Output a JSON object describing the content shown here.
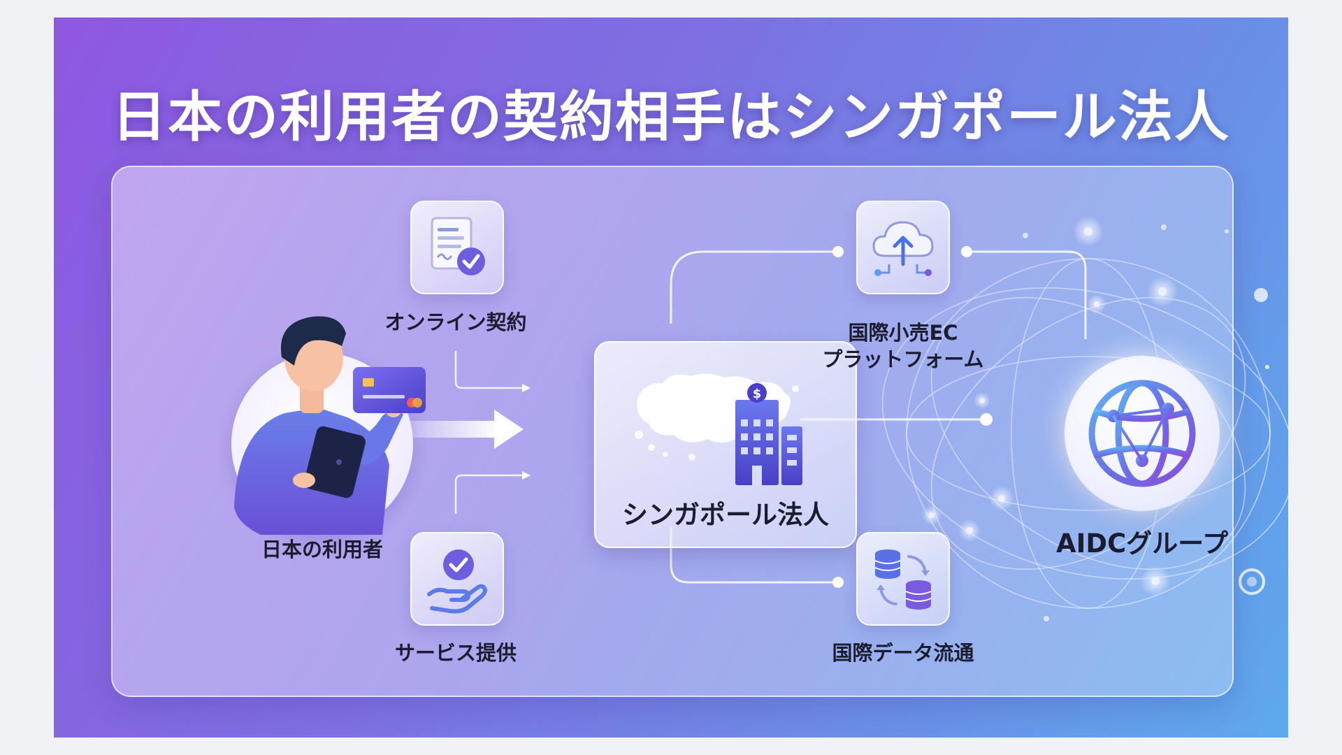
{
  "title": "日本の利用者の契約相手はシンガポール法人",
  "nodes": {
    "user": "日本の利用者",
    "online_contract": "オンライン契約",
    "service": "サービス提供",
    "center": "シンガポール法人",
    "ec_line1": "国際小売EC",
    "ec_line2": "プラットフォーム",
    "data_flow": "国際データ流通",
    "group": "AIDCグループ"
  },
  "icons": {
    "online_contract": "document-check-icon",
    "service": "hand-check-icon",
    "ec": "cloud-upload-icon",
    "data_flow": "database-sync-icon",
    "center": "singapore-map-building-icon",
    "group": "globe-network-icon",
    "user": "person-tablet-card-icon"
  },
  "colors": {
    "bg_start": "#8e58e0",
    "bg_end": "#5ea9ee",
    "accent": "#6f5be0",
    "text": "#1c1c30"
  }
}
